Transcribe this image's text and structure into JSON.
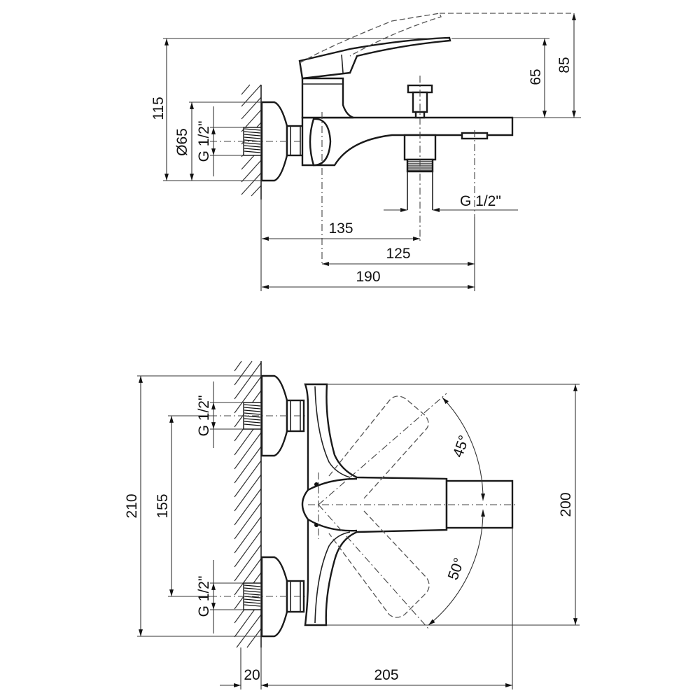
{
  "side_view": {
    "dim_115": "115",
    "dim_d65": "Ø65",
    "dim_g12_inlet": "G 1/2\"",
    "dim_65": "65",
    "dim_85": "85",
    "dim_g12_outlet": "G 1/2\"",
    "dim_135": "135",
    "dim_125": "125",
    "dim_190": "190"
  },
  "top_view": {
    "dim_210": "210",
    "dim_155": "155",
    "dim_g12_upper": "G 1/2\"",
    "dim_g12_lower": "G 1/2\"",
    "dim_45": "45°",
    "dim_50": "50°",
    "dim_200": "200",
    "dim_20": "20",
    "dim_205": "205"
  }
}
